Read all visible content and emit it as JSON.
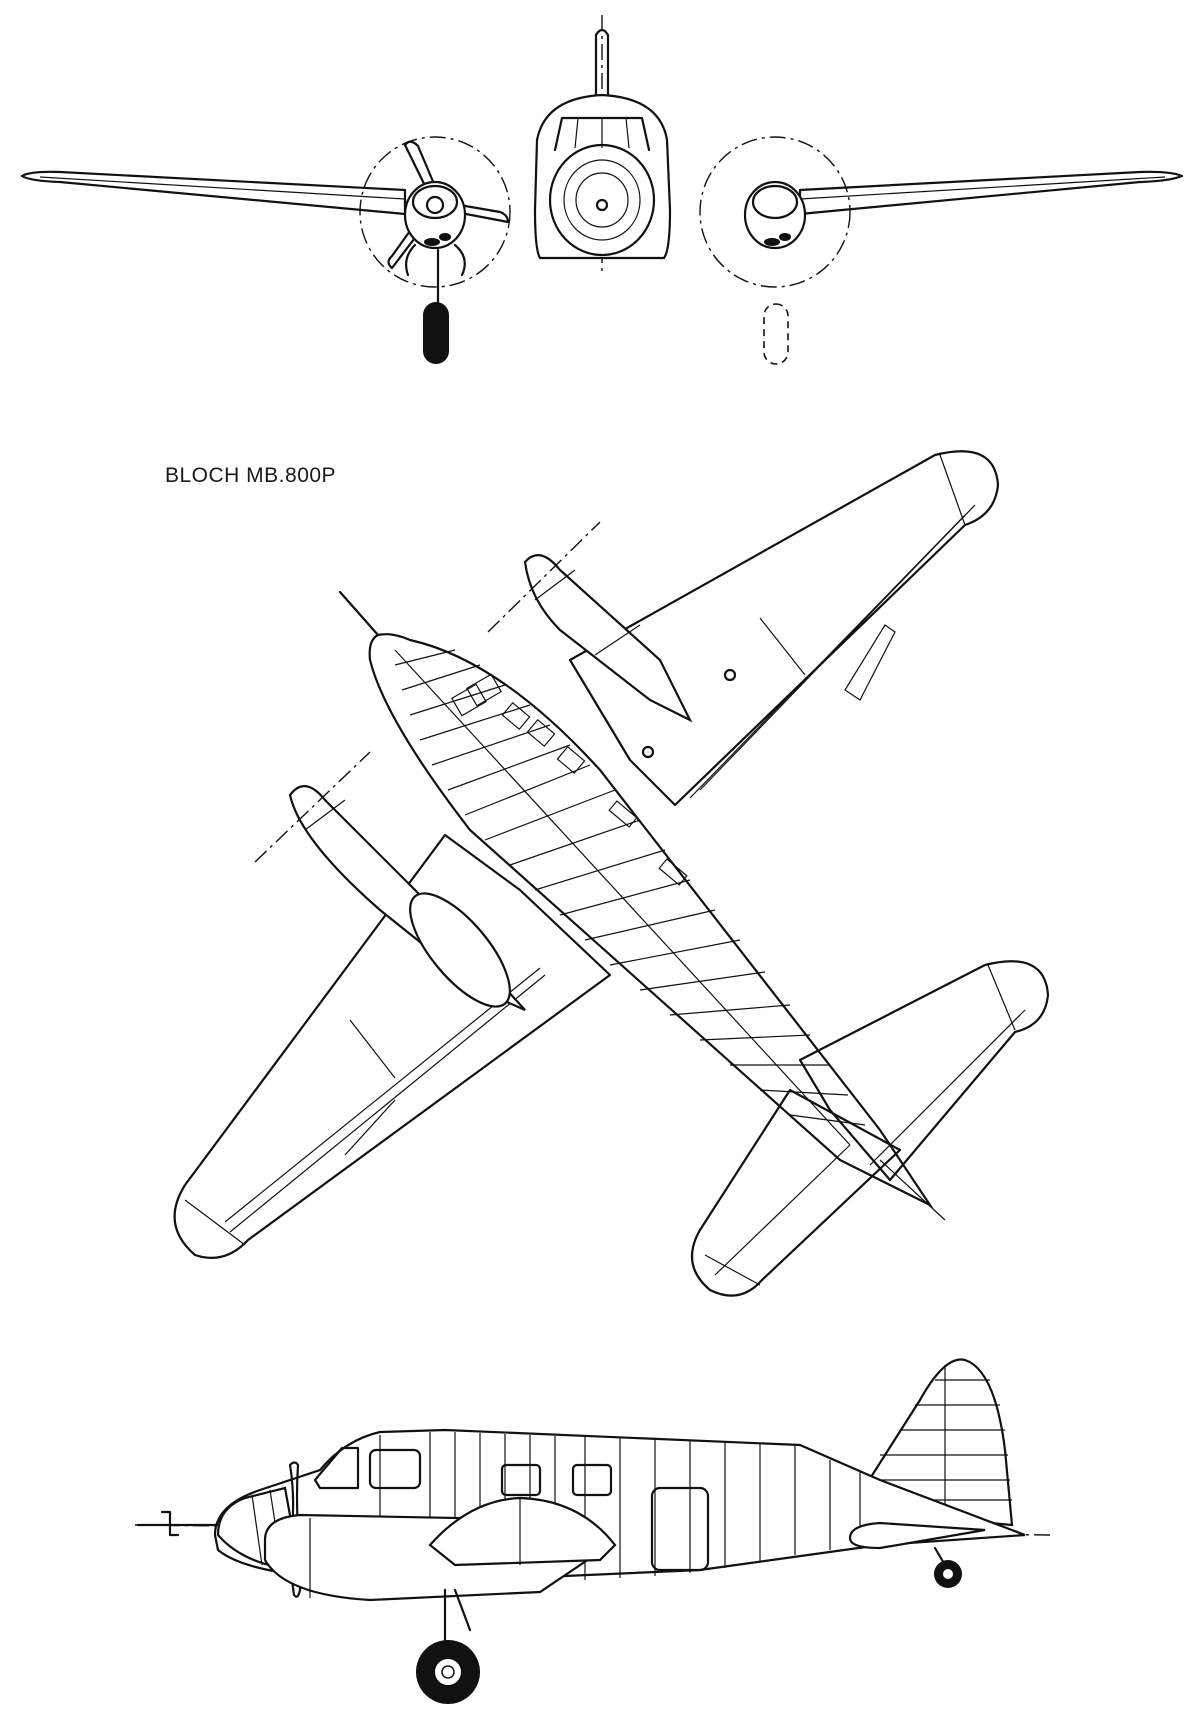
{
  "drawing": {
    "title": "BLOCH MB.800P",
    "views": [
      "front-view",
      "plan-view",
      "side-view"
    ]
  },
  "colors": {
    "ink": "#111111",
    "paper": "#ffffff"
  }
}
